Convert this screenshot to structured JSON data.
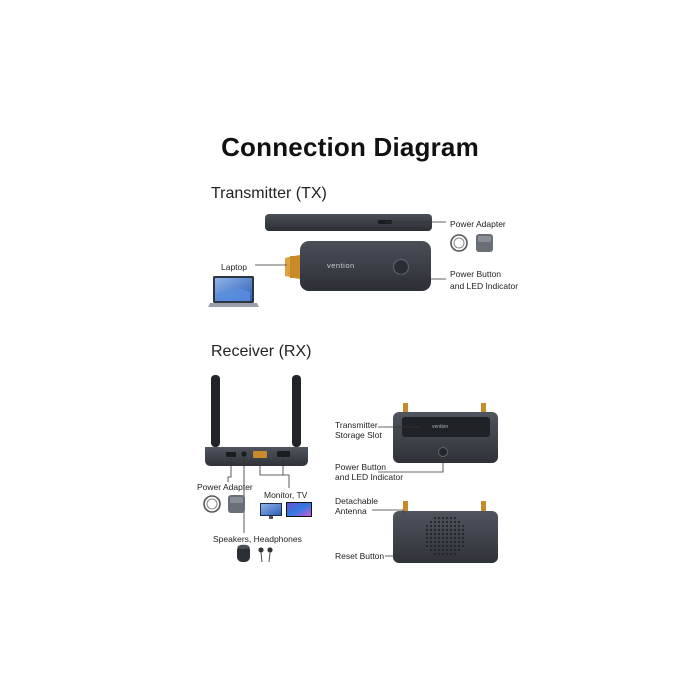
{
  "title": "Connection Diagram",
  "transmitter": {
    "heading": "Transmitter (TX)",
    "brand": "vention",
    "labels": {
      "power_adapter": "Power Adapter",
      "laptop": "Laptop",
      "power_button_1": "Power Button",
      "power_button_2": "and LED Indicator"
    }
  },
  "receiver": {
    "heading": "Receiver (RX)",
    "brand": "vention",
    "labels": {
      "power_adapter": "Power Adapter",
      "monitor_tv": "Monitor, TV",
      "speakers_headphones": "Speakers, Headphones",
      "storage_slot_1": "Transmitter",
      "storage_slot_2": "Storage Slot",
      "power_button_1": "Power Button",
      "power_button_2": "and LED Indicator",
      "antenna_1": "Detachable",
      "antenna_2": "Antenna",
      "reset_button": "Reset Button"
    }
  },
  "colors": {
    "device": "#3b3f47",
    "device_dark": "#2a2d33",
    "hdmi_gold": "#e0a040",
    "line": "#333333"
  }
}
